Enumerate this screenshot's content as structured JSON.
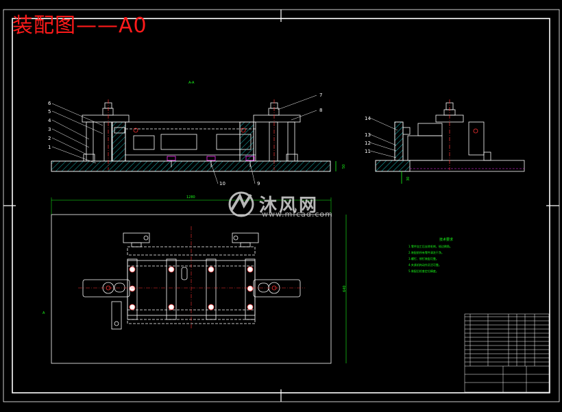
{
  "title": "装配图——A0",
  "section_label": "A-A",
  "view_label_left": "A",
  "dimensions": {
    "overall_length": "1280",
    "overall_width": "640",
    "base_height": "50",
    "side_height": "30"
  },
  "part_numbers_left": [
    "6",
    "5",
    "4",
    "3",
    "2",
    "1"
  ],
  "part_numbers_right": [
    "7",
    "8"
  ],
  "part_numbers_bottom": [
    "10",
    "9"
  ],
  "part_numbers_side": [
    "14",
    "13",
    "12",
    "11"
  ],
  "watermark": {
    "brand": "沐风网",
    "url": "www.mfcad.com"
  },
  "tech_notes": {
    "title": "技术要求",
    "lines": [
      "1.零件加工后去除毛刺，锐边倒角。",
      "2.装配前所有零件清洗干净。",
      "3.螺钉、销钉装配可靠。",
      "4.夹紧机构动作灵活可靠。",
      "5.装配后检查定位精度。"
    ]
  },
  "colors": {
    "background": "#000000",
    "lines": "#ffffff",
    "title": "#ff1a1a",
    "dimension": "#1aff1a",
    "hatch": "#19e6e6",
    "center": "#ff3333",
    "accent": "#ff33ff"
  }
}
